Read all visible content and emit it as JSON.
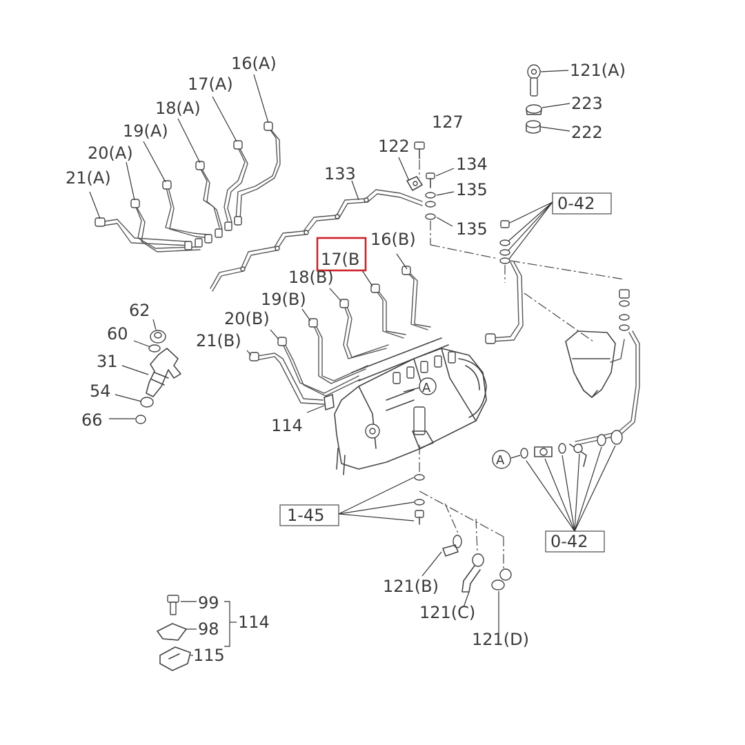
{
  "labels": {
    "p16a": "16(A)",
    "p17a": "17(A)",
    "p18a": "18(A)",
    "p19a": "19(A)",
    "p20a": "20(A)",
    "p21a": "21(A)",
    "p16b": "16(B)",
    "p17b": "17(B",
    "p18b": "18(B)",
    "p19b": "19(B)",
    "p20b": "20(B)",
    "p21b": "21(B)",
    "p121a": "121(A)",
    "p223": "223",
    "p222": "222",
    "p127": "127",
    "p122": "122",
    "p134": "134",
    "p135a": "135",
    "p135b": "135",
    "p133": "133",
    "p62": "62",
    "p60": "60",
    "p31": "31",
    "p54": "54",
    "p66": "66",
    "p114a": "114",
    "ref042a": "0-42",
    "ref042b": "0-42",
    "ref145": "1-45",
    "markerA1": "A",
    "markerA2": "A",
    "p121b": "121(B)",
    "p121c": "121(C)",
    "p121d": "121(D)",
    "p99": "99",
    "p98": "98",
    "p115": "115",
    "p114b": "114"
  },
  "highlight": {
    "target": "17(B",
    "color": "#d0202a"
  }
}
